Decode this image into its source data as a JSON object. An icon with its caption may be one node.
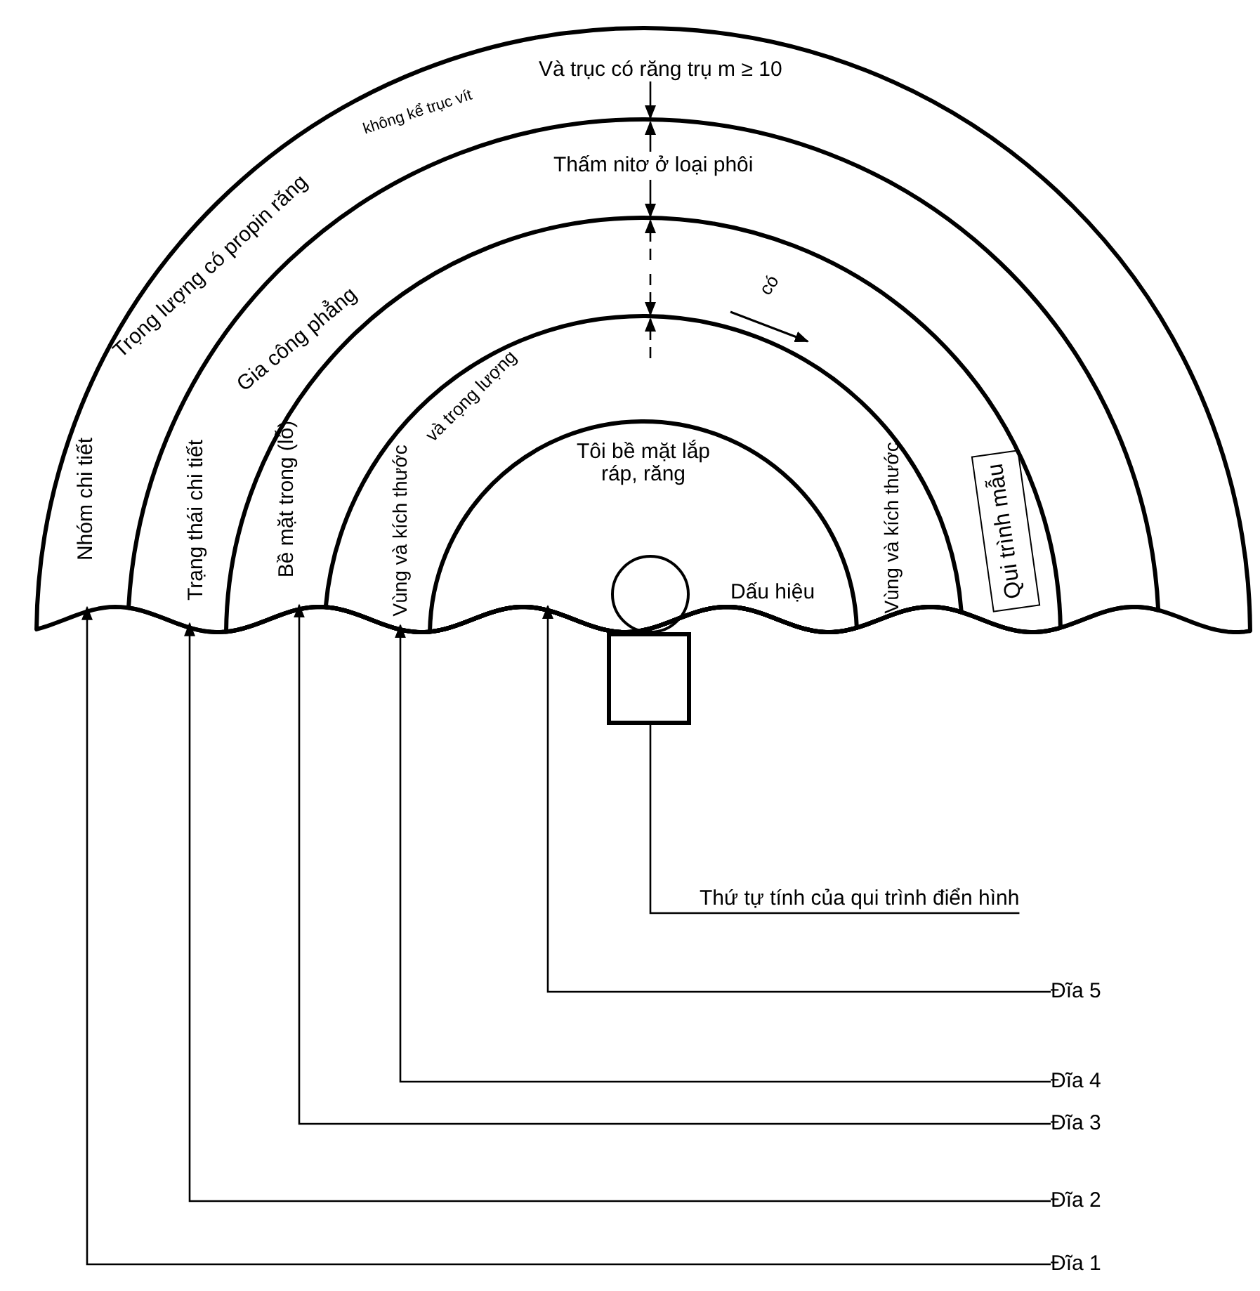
{
  "diagram": {
    "nodes": [
      {
        "text": [
          "Nhóm chi tiết",
          "Trọng lượng có propin răng",
          "không kể trục vít",
          "Và trục có răng trụ m ≥ 10"
        ]
      },
      {
        "text": [
          "Trạng thái chi tiết",
          "Gia công phẳng",
          "Thấm nitơ ở loại phôi"
        ],
        "in": 0
      },
      {
        "text": [
          "Bề mặt trong (lỗ)",
          "có"
        ],
        "in": 1
      },
      {
        "text": [
          "Vùng và kích thước",
          "và trọng lượng",
          "Vùng và kích thước"
        ],
        "in": 2
      },
      {
        "text": [
          "Qui trình mẫu"
        ],
        "in": 2
      },
      {
        "text": [
          "Tôi bề mặt lắp ráp, răng"
        ],
        "in": 3
      },
      {
        "text": [],
        "shape": "circle",
        "beside": [
          "Dấu hiệu"
        ],
        "in": 5
      },
      {
        "text": [],
        "shape": "box"
      },
      {
        "text": [
          "Thứ tự tính của qui trình điển hình"
        ]
      },
      {
        "text": [
          "Đĩa 5"
        ]
      },
      {
        "text": [
          "Đĩa 4"
        ]
      },
      {
        "text": [
          "Đĩa 3"
        ]
      },
      {
        "text": [
          "Đĩa 2"
        ]
      },
      {
        "text": [
          "Đĩa 1"
        ]
      }
    ],
    "edges": [
      {
        "from": 8,
        "to": 7,
        "arrow": "none"
      },
      {
        "from": 9,
        "to": 5,
        "arrow": "to"
      },
      {
        "from": 10,
        "to": 3,
        "arrow": "to"
      },
      {
        "from": 11,
        "to": 2,
        "arrow": "to"
      },
      {
        "from": 12,
        "to": 1,
        "arrow": "to"
      },
      {
        "from": 13,
        "to": 0,
        "arrow": "to"
      }
    ]
  }
}
